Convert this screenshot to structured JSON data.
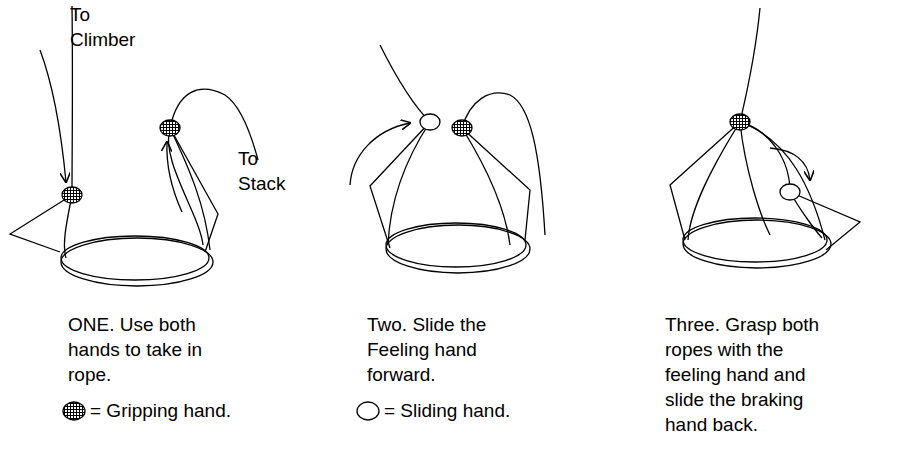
{
  "diagram": {
    "labels": [
      "To Climber",
      "To Stack",
      "ONE. Use both hands to take in rope.",
      "Two. Slide the Feeling hand forward.",
      "Three. Grasp both ropes with the feeling hand and slide the braking hand back."
    ],
    "legend": [
      {
        "text": "= Gripping hand."
      },
      {
        "text": "= Sliding hand."
      }
    ]
  }
}
